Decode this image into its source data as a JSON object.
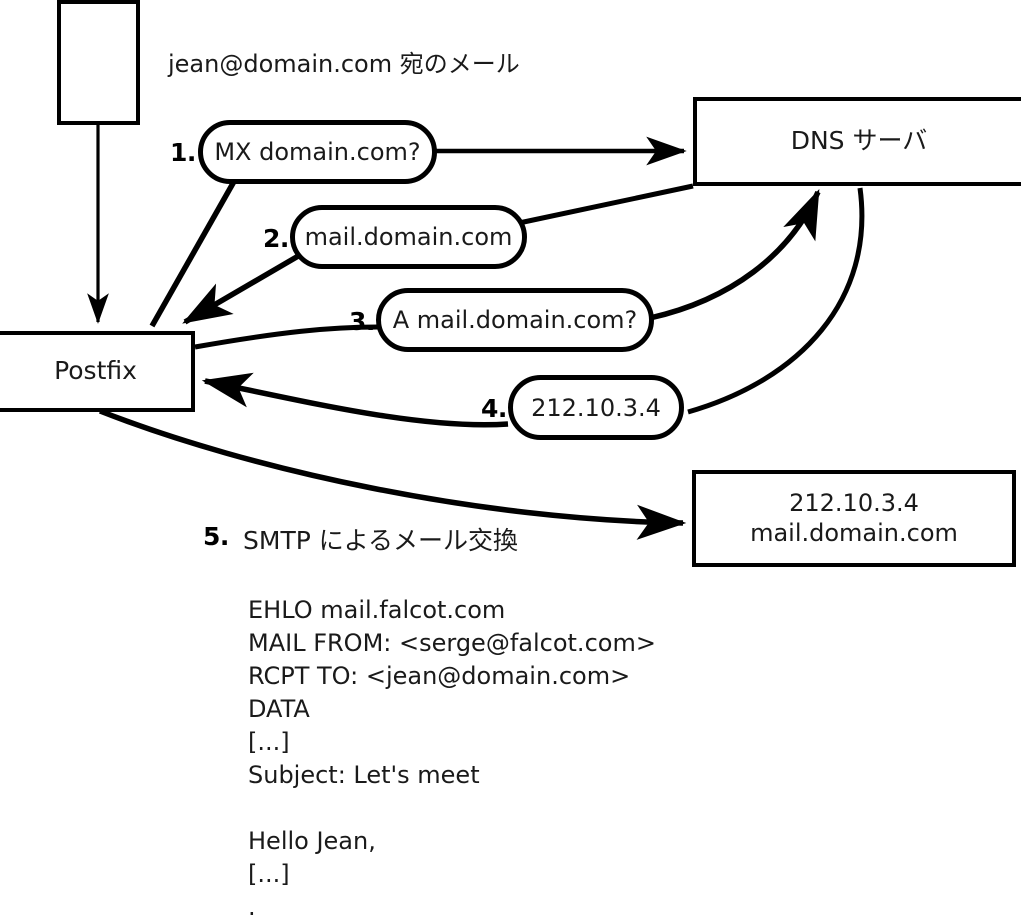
{
  "diagram": {
    "title_label": "jean@domain.com 宛のメール",
    "nodes": [
      {
        "name": "sender-box",
        "lines": [
          ""
        ]
      },
      {
        "name": "postfix-box",
        "lines": [
          "Postfix"
        ]
      },
      {
        "name": "dns-server-box",
        "lines": [
          "DNS サーバ"
        ]
      },
      {
        "name": "mail-server-box",
        "lines": [
          "212.10.3.4",
          "mail.domain.com"
        ]
      }
    ],
    "postfix_label": "Postfix",
    "dns_label": "DNS サーバ",
    "mailserver_ip": "212.10.3.4",
    "mailserver_host": "mail.domain.com",
    "steps": [
      {
        "number": "1.",
        "label": "MX domain.com?"
      },
      {
        "number": "2.",
        "label": "mail.domain.com"
      },
      {
        "number": "3.",
        "label": "A mail.domain.com?"
      },
      {
        "number": "4.",
        "label": "212.10.3.4"
      },
      {
        "number": "5.",
        "label": "SMTP によるメール交換"
      }
    ],
    "smtp_transcript": "EHLO mail.falcot.com\nMAIL FROM: <serge@falcot.com>\nRCPT TO: <jean@domain.com>\nDATA\n[...]\nSubject: Let's meet\n\nHello Jean,\n[...]\n.",
    "colors": {
      "stroke": "#000000",
      "text": "#1a1a1a",
      "background": "#ffffff"
    }
  }
}
